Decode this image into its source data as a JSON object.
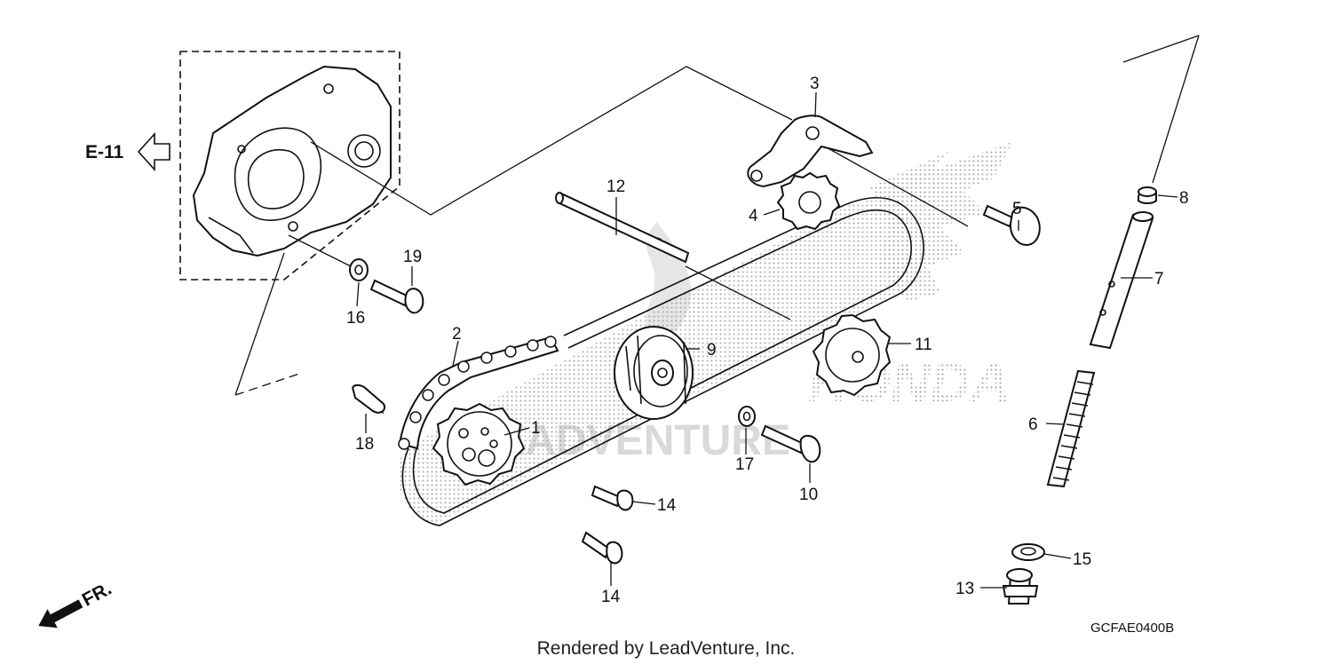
{
  "reference": {
    "code": "E-11"
  },
  "front_indicator": "FR.",
  "diagram_code": "GCFAE0400B",
  "footer": "Rendered by LeadVenture, Inc.",
  "watermark": {
    "brand": "HONDA",
    "dealer": "LEADVENTURE"
  },
  "callouts": [
    {
      "n": "1"
    },
    {
      "n": "2"
    },
    {
      "n": "3"
    },
    {
      "n": "4"
    },
    {
      "n": "5"
    },
    {
      "n": "6"
    },
    {
      "n": "7"
    },
    {
      "n": "8"
    },
    {
      "n": "9"
    },
    {
      "n": "10"
    },
    {
      "n": "11"
    },
    {
      "n": "12"
    },
    {
      "n": "13"
    },
    {
      "n": "14"
    },
    {
      "n": "14"
    },
    {
      "n": "15"
    },
    {
      "n": "16"
    },
    {
      "n": "17"
    },
    {
      "n": "18"
    },
    {
      "n": "19"
    }
  ]
}
